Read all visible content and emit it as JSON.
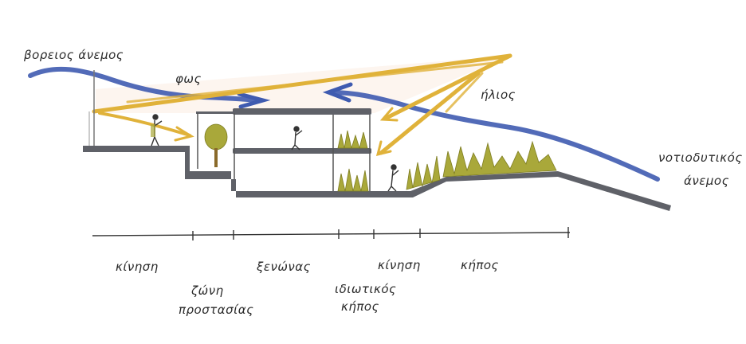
{
  "labels": {
    "north_wind": "βορειος άνεμος",
    "light": "φως",
    "sun": "ήλιος",
    "southwest_wind_1": "νοτιοδυτικός",
    "southwest_wind_2": "άνεμος"
  },
  "zones": [
    {
      "line1": "κίνηση",
      "line2": ""
    },
    {
      "line1": "ζώνη",
      "line2": "προστασίας"
    },
    {
      "line1": "ξενώνας",
      "line2": ""
    },
    {
      "line1": "ιδιωτικός",
      "line2": "κήπος"
    },
    {
      "line1": "κίνηση",
      "line2": ""
    },
    {
      "line1": "κήπος",
      "line2": ""
    }
  ],
  "colors": {
    "wind": "#3f5bb0",
    "sun": "#e0b23a",
    "ground": "#5f6168",
    "vegetation": "#a9a83a",
    "ink": "#2a2a2a"
  }
}
